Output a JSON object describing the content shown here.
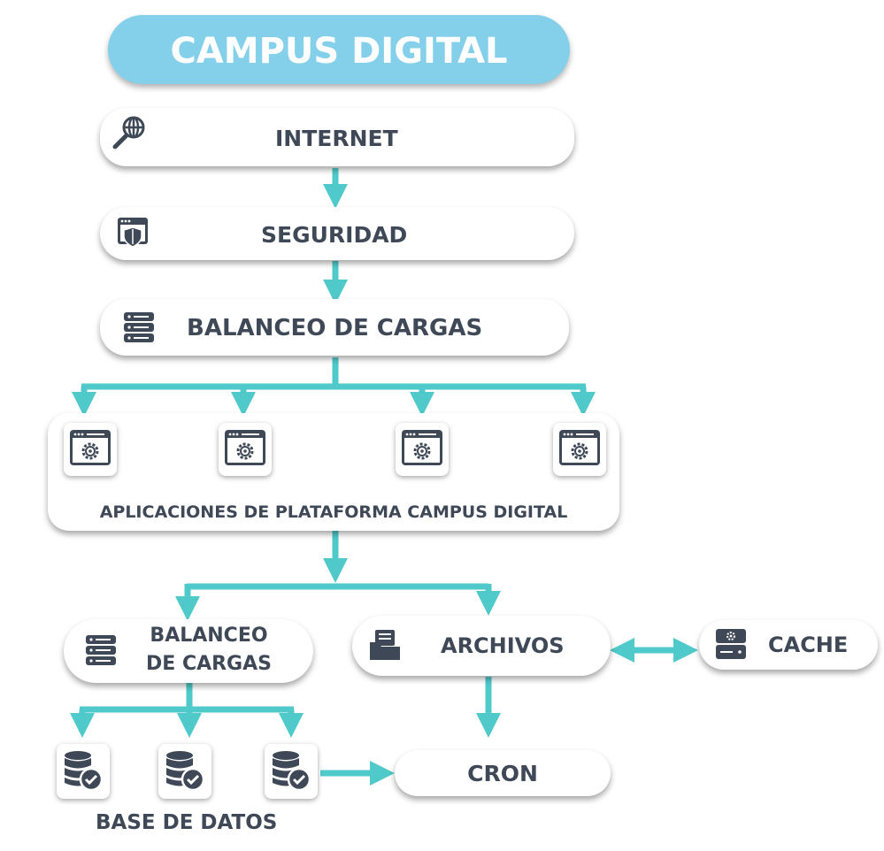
{
  "title": "CAMPUS DIGITAL",
  "nodes": {
    "internet": "INTERNET",
    "seguridad": "SEGURIDAD",
    "balanceo_1": "BALANCEO DE CARGAS",
    "aplicaciones": "APLICACIONES DE PLATAFORMA CAMPUS DIGITAL",
    "balanceo_2_line1": "BALANCEO",
    "balanceo_2_line2": "DE CARGAS",
    "archivos": "ARCHIVOS",
    "cache": "CACHE",
    "cron": "CRON",
    "base_de_datos": "BASE DE DATOS"
  },
  "icons": {
    "internet": "globe-search-icon",
    "seguridad": "browser-shield-icon",
    "balanceo": "server-stack-icon",
    "app": "window-gear-icon",
    "archivos": "file-tray-icon",
    "cache": "server-gear-icon",
    "db": "database-check-icon"
  },
  "colors": {
    "title_bg": "#84d0ea",
    "arrow": "#4fc9c9",
    "icon": "#3e4856",
    "text": "#3e4856"
  }
}
